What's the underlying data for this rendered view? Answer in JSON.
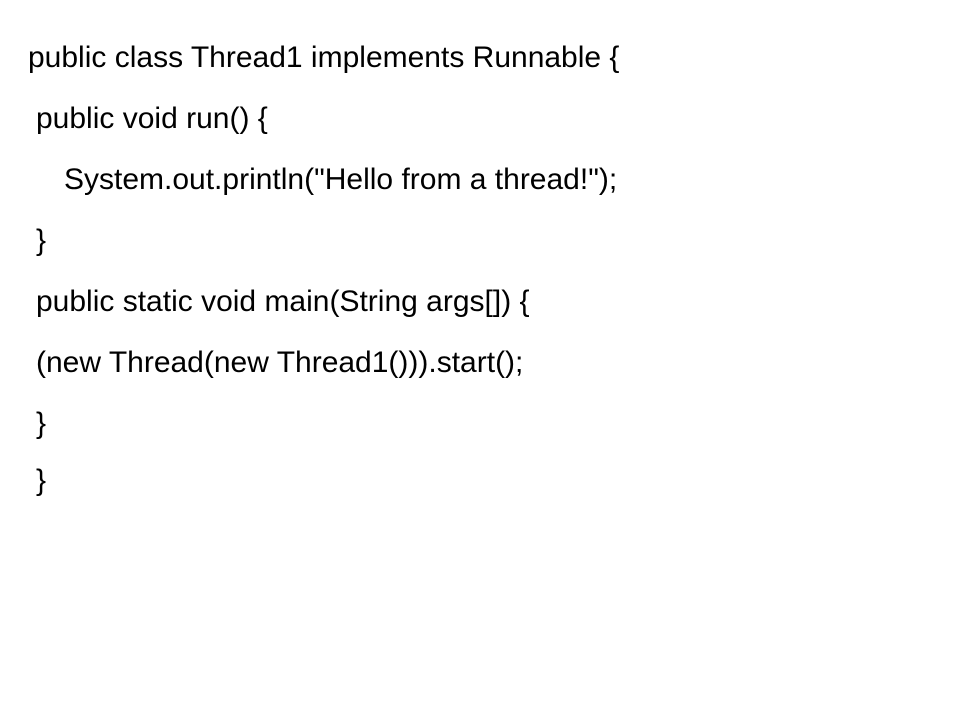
{
  "code": {
    "lines": [
      "public class Thread1 implements Runnable {",
      "public void run() {",
      "System.out.println(\"Hello from a thread!\");",
      "}",
      "public static void main(String args[]) {",
      "(new Thread(new Thread1())).start();",
      "}",
      "}"
    ]
  }
}
